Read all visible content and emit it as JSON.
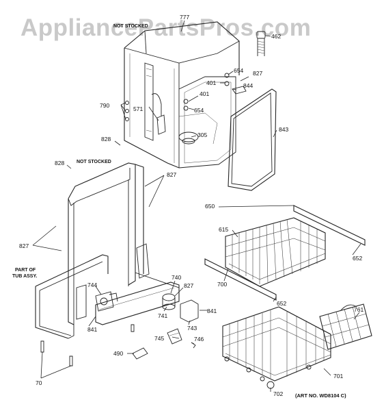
{
  "watermark": "AppliancePartsPros.com",
  "notes": {
    "not_stocked_top": "NOT STOCKED",
    "not_stocked_frame": "NOT STOCKED",
    "part_of_line1": "PART OF",
    "part_of_line2": "TUB ASSY.",
    "art_no": "(ART NO. WD8104 C)"
  },
  "callouts": {
    "p777": "777",
    "p462": "462",
    "p654a": "654",
    "p827a": "827",
    "p401a": "401",
    "p844": "844",
    "p401b": "401",
    "p654b": "654",
    "p790": "790",
    "p571": "571",
    "p843": "843",
    "p305": "305",
    "p828a": "828",
    "p828b": "828",
    "p827b": "827",
    "p650": "650",
    "p615": "615",
    "p652a": "652",
    "p827c": "827",
    "p700": "700",
    "p652b": "652",
    "p740": "740",
    "p744": "744",
    "p827d": "827",
    "p841a": "841",
    "p741": "741",
    "p841b": "841",
    "p743": "743",
    "p761": "761",
    "p745": "745",
    "p746": "746",
    "p490": "490",
    "p701": "701",
    "p70": "70",
    "p702": "702"
  }
}
